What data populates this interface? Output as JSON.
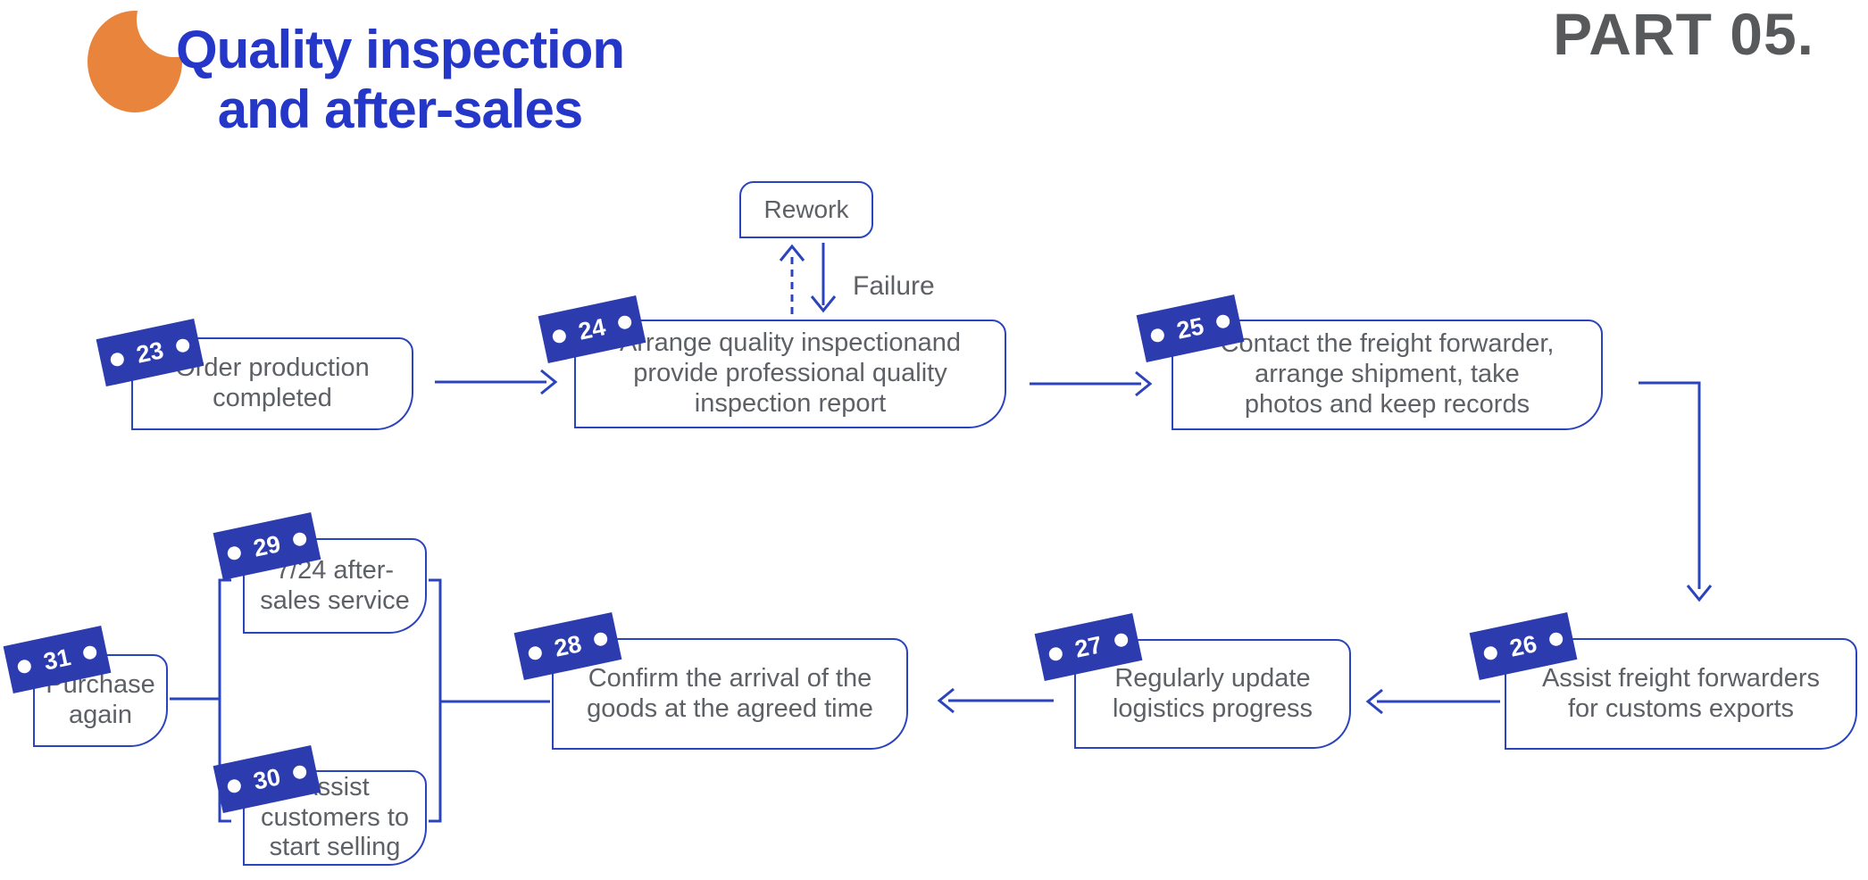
{
  "slide": {
    "title": "Quality inspection\nand after-sales",
    "part_label": "PART 05.",
    "colors": {
      "accent_blue": "#2b44bd",
      "badge_blue": "#2c3cae",
      "title_blue": "#2537c8",
      "accent_orange": "#e8843c",
      "text_gray": "#5d6166",
      "part_gray": "#58595b"
    }
  },
  "flow": {
    "rework_label": "Rework",
    "failure_label": "Failure",
    "steps": [
      {
        "number": "23",
        "text": "Order production\ncompleted"
      },
      {
        "number": "24",
        "text": "Arrange quality inspectionand\nprovide professional quality\ninspection report"
      },
      {
        "number": "25",
        "text": "Contact the freight forwarder,\narrange shipment, take\nphotos and keep records"
      },
      {
        "number": "26",
        "text": "Assist freight forwarders\nfor customs exports"
      },
      {
        "number": "27",
        "text": "Regularly update\nlogistics progress"
      },
      {
        "number": "28",
        "text": "Confirm the arrival of the\ngoods at the agreed time"
      },
      {
        "number": "29",
        "text": "7/24 after-\nsales service"
      },
      {
        "number": "30",
        "text": "Assist\ncustomers to\nstart selling"
      },
      {
        "number": "31",
        "text": "Purchase\nagain"
      }
    ]
  }
}
